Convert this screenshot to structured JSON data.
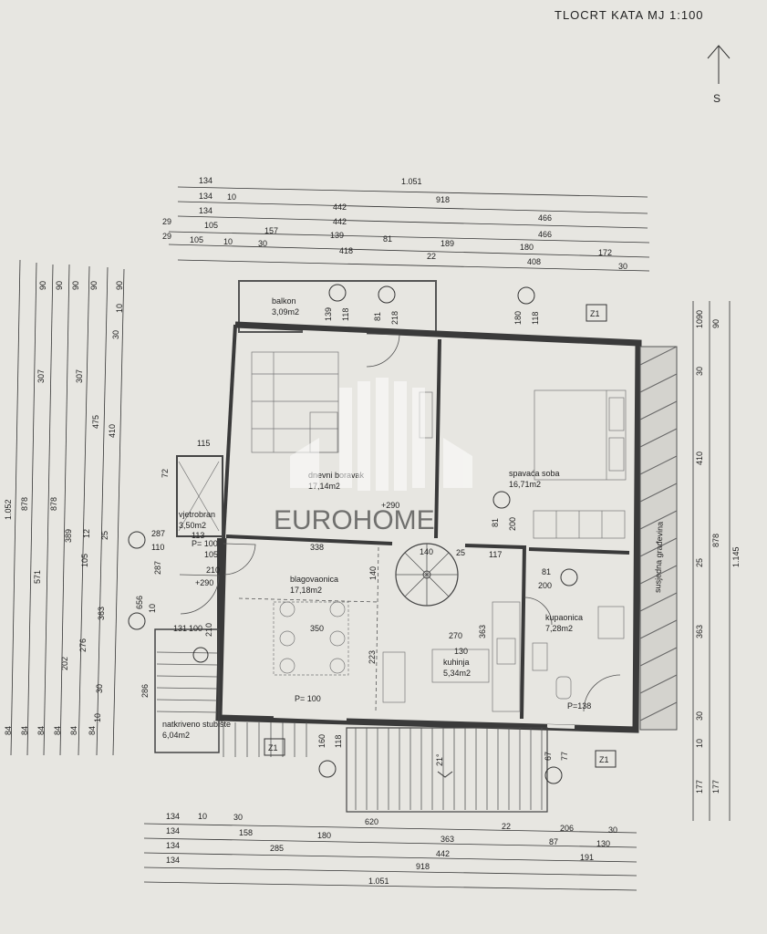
{
  "header": {
    "title": "TLOCRT KATA MJ 1:100",
    "north_label": "S"
  },
  "watermark": {
    "text": "EUROHOME"
  },
  "rooms": {
    "balkon": {
      "name": "balkon",
      "area": "3,09m2"
    },
    "dnevni": {
      "name": "dnevni boravak",
      "area": "17,14m2"
    },
    "spavaca": {
      "name": "spavaća soba",
      "area": "16,71m2"
    },
    "vjetrobran": {
      "name": "vjetrobran",
      "area": "3,50m2"
    },
    "blagovaonica": {
      "name": "blagovaonica",
      "area": "17,18m2"
    },
    "kuhinja": {
      "name": "kuhinja",
      "area": "5,34m2"
    },
    "kupaonica": {
      "name": "kupaonica",
      "area": "7,28m2"
    },
    "stubiste": {
      "name": "natkriveno stubište",
      "area": "6,04m2"
    }
  },
  "labels": {
    "susjedna": "susjedna građevina",
    "z1": "Z1",
    "slope": "21°",
    "level_290": "+290",
    "p100": "P= 100",
    "p138": "P=138"
  },
  "dims_top": [
    [
      "1.051"
    ],
    [
      "134",
      "10",
      "918"
    ],
    [
      "134",
      "442",
      "466"
    ],
    [
      "29",
      "105",
      "157",
      "139",
      "81",
      "189",
      "180",
      "172"
    ],
    [
      "29",
      "105",
      "10",
      "30",
      "418",
      "22",
      "408",
      "30"
    ]
  ],
  "dims_bottom": [
    [
      "134",
      "10",
      "30",
      "620",
      "22",
      "206",
      "30"
    ],
    [
      "134",
      "158",
      "180",
      "363",
      "87",
      "130"
    ],
    [
      "134",
      "285",
      "442",
      "191"
    ],
    [
      "134",
      "918"
    ],
    [
      "1.051"
    ]
  ],
  "dims_left": [
    [
      "1.052"
    ],
    [
      "878"
    ],
    [
      "571",
      "307",
      "90"
    ],
    [
      "878"
    ],
    [
      "389",
      "202",
      "307",
      "90"
    ],
    [
      "105",
      "12",
      "276",
      "90"
    ],
    [
      "475",
      "10"
    ],
    [
      "363",
      "25",
      "30"
    ],
    [
      "410",
      "30",
      "10",
      "90"
    ],
    [
      "84"
    ]
  ],
  "dims_right": [
    [
      "10",
      "90",
      "30"
    ],
    [
      "410",
      "25"
    ],
    [
      "363",
      "30",
      "10"
    ],
    [
      "878"
    ],
    [
      "1.145"
    ],
    [
      "177"
    ]
  ],
  "dims_inner": {
    "d139": "139",
    "d118": "118",
    "d81": "81",
    "d218": "218",
    "d180": "180",
    "d118b": "118",
    "d115": "115",
    "d72": "72",
    "d287": "287",
    "d110": "110",
    "d113": "113",
    "d105": "105",
    "d210": "210",
    "d338": "338",
    "d140": "140",
    "d25": "25",
    "d117": "117",
    "d81b": "81",
    "d200": "200",
    "d81c": "81",
    "d200b": "200",
    "d140b": "140",
    "d350": "350",
    "d270": "270",
    "d363": "363",
    "d130": "130",
    "d223": "223",
    "d656": "656",
    "d287b": "287",
    "d10": "10",
    "d286": "286",
    "d131": "131",
    "d100": "100",
    "d210b": "210",
    "d160": "160",
    "d118c": "118",
    "d67": "67",
    "d77": "77"
  }
}
